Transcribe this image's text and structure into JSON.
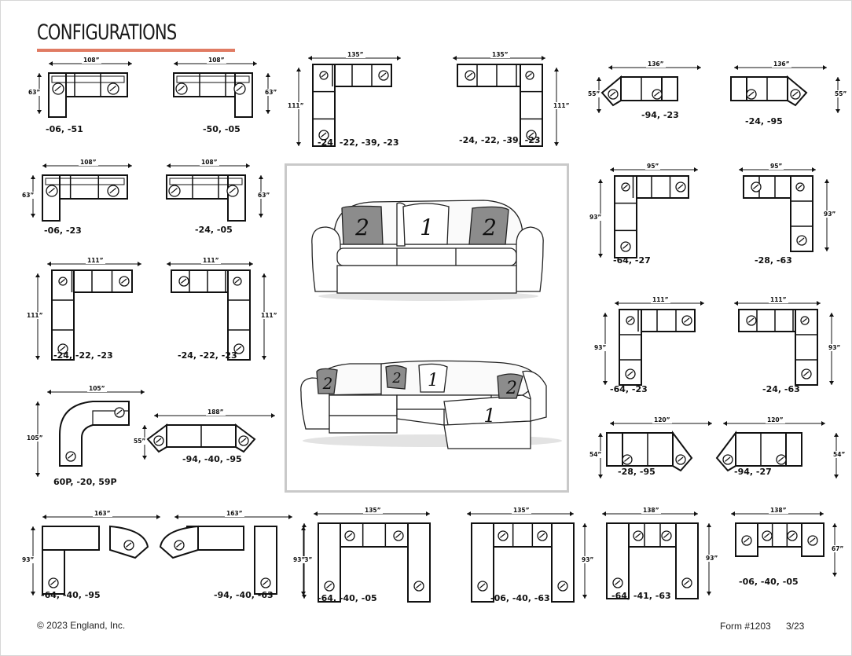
{
  "title": "CONFIGURATIONS",
  "footer": {
    "copyright": "© 2023 England, Inc.",
    "form": "Form #1203",
    "date": "3/23"
  },
  "colors": {
    "accent": "#e07b63",
    "pillow": "#8c8c8c",
    "frame": "#c9c9c9"
  },
  "photos": {
    "sofa_labels": [
      "2",
      "1",
      "2"
    ],
    "sectional_labels": [
      "2",
      "2",
      "1",
      "2",
      "1"
    ]
  },
  "configs": [
    {
      "id": "c1",
      "code": "-06, -51",
      "w": "108”",
      "h": "63”"
    },
    {
      "id": "c2",
      "code": "-50, -05",
      "w": "108”",
      "h": "63”"
    },
    {
      "id": "c3",
      "code": "-24, -22, -39, -23",
      "w": "135”",
      "h": "111”"
    },
    {
      "id": "c4",
      "code": "-24, -22, -39, -23",
      "w": "135”",
      "h": "111”"
    },
    {
      "id": "c5",
      "code": "-94, -23",
      "w": "136”",
      "h": "55”"
    },
    {
      "id": "c6",
      "code": "-24, -95",
      "w": "136”",
      "h": "55”"
    },
    {
      "id": "c7",
      "code": "-06, -23",
      "w": "108”",
      "h": "63”"
    },
    {
      "id": "c8",
      "code": "-24, -05",
      "w": "108”",
      "h": "63”"
    },
    {
      "id": "c9",
      "code": "-64, -27",
      "w": "95”",
      "h": "93”"
    },
    {
      "id": "c10",
      "code": "-28, -63",
      "w": "95”",
      "h": "93”"
    },
    {
      "id": "c11",
      "code": "-24, -22, -23",
      "w": "111”",
      "h": "111”"
    },
    {
      "id": "c12",
      "code": "-24, -22, -23",
      "w": "111”",
      "h": "111”"
    },
    {
      "id": "c13",
      "code": "-64, -23",
      "w": "111”",
      "h": "93”"
    },
    {
      "id": "c14",
      "code": "-24, -63",
      "w": "111”",
      "h": "93”"
    },
    {
      "id": "c15",
      "code": "60P, -20, 59P",
      "w": "105”",
      "h": "105”"
    },
    {
      "id": "c16",
      "code": "-94, -40, -95",
      "w": "188”",
      "h": "55”"
    },
    {
      "id": "c17",
      "code": "-28, -95",
      "w": "120”",
      "h": "54”"
    },
    {
      "id": "c18",
      "code": "-94, -27",
      "w": "120”",
      "h": "54”"
    },
    {
      "id": "c19",
      "code": "-64, -40, -95",
      "w": "163”",
      "h": "93”"
    },
    {
      "id": "c20",
      "code": "-94, -40, -63",
      "w": "163”",
      "h": "93”"
    },
    {
      "id": "c21",
      "code": "-64, -40, -05",
      "w": "135”",
      "h": "93”"
    },
    {
      "id": "c22",
      "code": "-06, -40, -63",
      "w": "135”",
      "h": "93”"
    },
    {
      "id": "c23",
      "code": "-64, -41, -63",
      "w": "138”",
      "h": "93”"
    },
    {
      "id": "c24",
      "code": "-06, -40, -05",
      "w": "138”",
      "h": "67”"
    }
  ]
}
